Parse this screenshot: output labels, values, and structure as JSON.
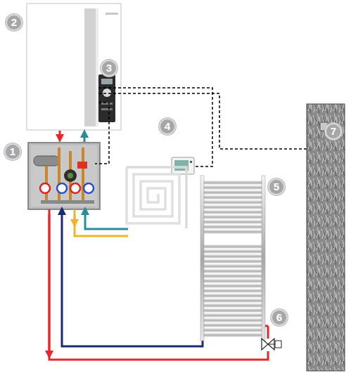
{
  "diagram": {
    "labels": [
      "2",
      "3",
      "4",
      "7",
      "1",
      "5",
      "6"
    ]
  }
}
